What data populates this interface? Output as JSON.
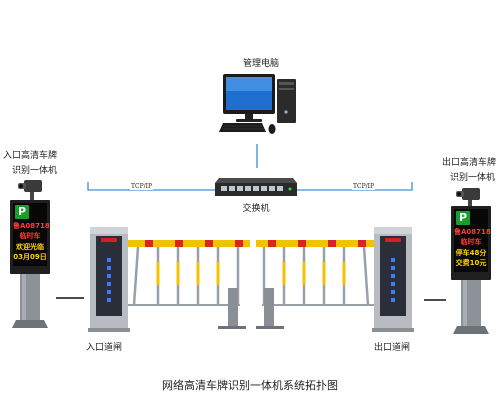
{
  "labels": {
    "computer": "管理电脑",
    "switch": "交换机",
    "protocol_left": "TCP/IP",
    "protocol_right": "TCP/IP",
    "entrance_camera": [
      "入口高清车牌",
      "识别一体机"
    ],
    "exit_camera": [
      "出口高清车牌",
      "识别一体机"
    ],
    "entrance_gate": "入口道闸",
    "exit_gate": "出口道闸",
    "title": "网络高清车牌识别一体机系统拓扑图"
  },
  "entrance_display": {
    "logo": "P",
    "lines": [
      {
        "text": "鲁A08718",
        "color": "#ff3b30"
      },
      {
        "text": "临时车",
        "color": "#ff3b30"
      },
      {
        "text": "欢迎光临",
        "color": "#ffd400"
      },
      {
        "text": "03月09日",
        "color": "#ffd400"
      }
    ]
  },
  "exit_display": {
    "logo": "P",
    "lines": [
      {
        "text": "鲁A08718",
        "color": "#ff3b30"
      },
      {
        "text": "临时车",
        "color": "#ff3b30"
      },
      {
        "text": "停车48分",
        "color": "#ffd400"
      },
      {
        "text": "交费10元",
        "color": "#ffd400"
      }
    ]
  },
  "colors": {
    "network_line": "#3d8fd6",
    "connector_line": "#111111",
    "barrier_yellow": "#f2c200",
    "gate_body": "#b8bcc2",
    "gate_panel": "#2a2e38",
    "gate_led": "#3a7bff",
    "gate_light": "#d81f1f"
  }
}
